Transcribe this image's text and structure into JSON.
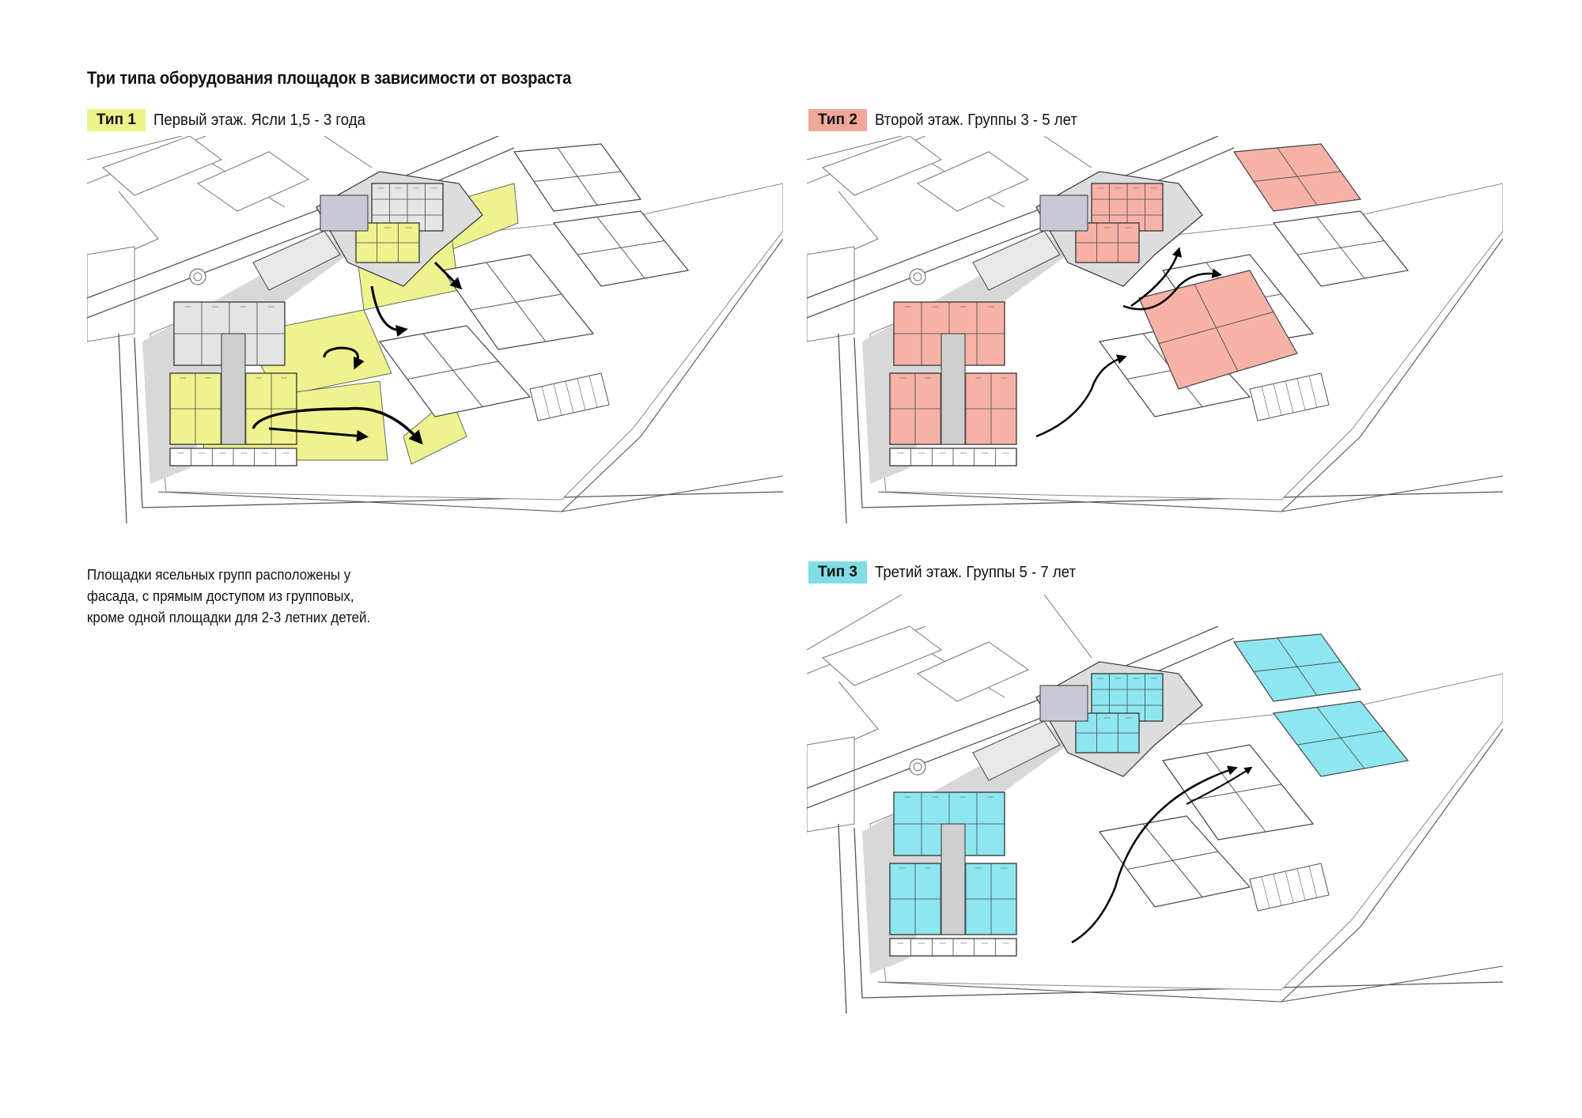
{
  "title": "Три типа оборудования площадок в зависимости от возраста",
  "types": [
    {
      "tag": "Тип 1",
      "description": "Первый этаж. Ясли 1,5 - 3 года",
      "color": "#eef28a",
      "fill": "#eef38f"
    },
    {
      "tag": "Тип 2",
      "description": "Второй этаж. Группы 3 - 5 лет",
      "color": "#f2a79b",
      "fill": "#f7b2a8"
    },
    {
      "tag": "Тип 3",
      "description": "Третий этаж. Группы 5 - 7 лет",
      "color": "#7fdde6",
      "fill": "#8ee7f0"
    }
  ],
  "note": [
    "Площадки ясельных групп расположены у",
    "фасада, с прямым доступом из групповых,",
    "кроме одной площадки для 2-3 летних детей."
  ]
}
